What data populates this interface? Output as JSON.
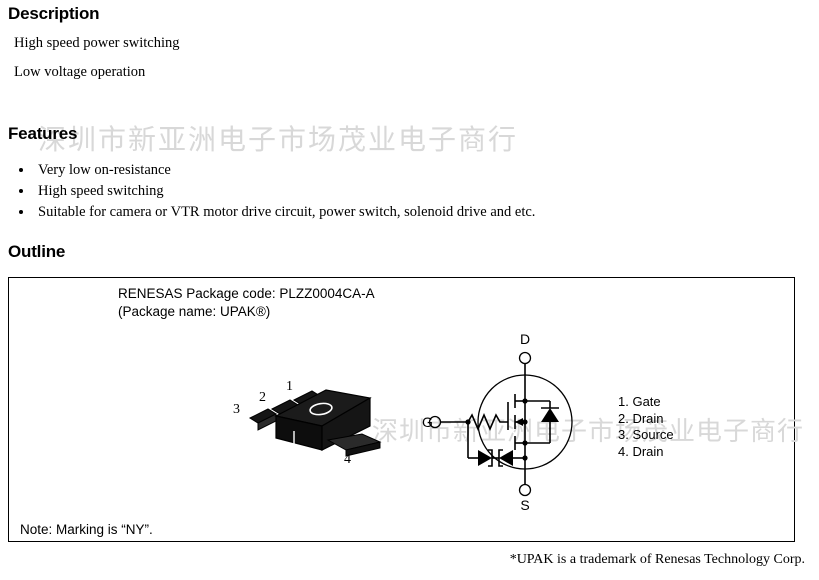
{
  "document": {
    "type": "semiconductor-datasheet-page",
    "background": "#ffffff"
  },
  "sections": {
    "description": {
      "heading": "Description",
      "lines": [
        "High speed power switching",
        "Low voltage operation"
      ]
    },
    "features": {
      "heading": "Features",
      "bullets": [
        "Very low on-resistance",
        "High speed switching",
        "Suitable for camera or VTR motor drive circuit, power switch, solenoid drive and etc."
      ]
    },
    "outline": {
      "heading": "Outline",
      "package_code_line": "RENESAS Package code: PLZZ0004CA-A",
      "package_name_line": "(Package name: UPAK®)",
      "note": "Note: Marking is “NY”."
    }
  },
  "package_drawing": {
    "name": "upak-sot223-package",
    "pin_numbers": [
      "1",
      "2",
      "3",
      "4"
    ],
    "body_color": "#111111",
    "lead_color": "#1a1a1a"
  },
  "schematic": {
    "name": "n-channel-mosfet-with-gate-resistor-and-zener-protection",
    "terminals": {
      "drain": "D",
      "source": "S",
      "gate": "G"
    },
    "elements": [
      "gate-resistor",
      "back-to-back-zener-diodes",
      "mosfet-body-diode",
      "enclosing-circle"
    ]
  },
  "pin_legend": [
    "1. Gate",
    "2. Drain",
    "3. Source",
    "4. Drain"
  ],
  "trademark_note": "*UPAK is a trademark of Renesas Technology Corp.",
  "watermark": {
    "text": "深圳市新亚洲电子市场茂业电子商行",
    "color": "#d8d8d8"
  }
}
